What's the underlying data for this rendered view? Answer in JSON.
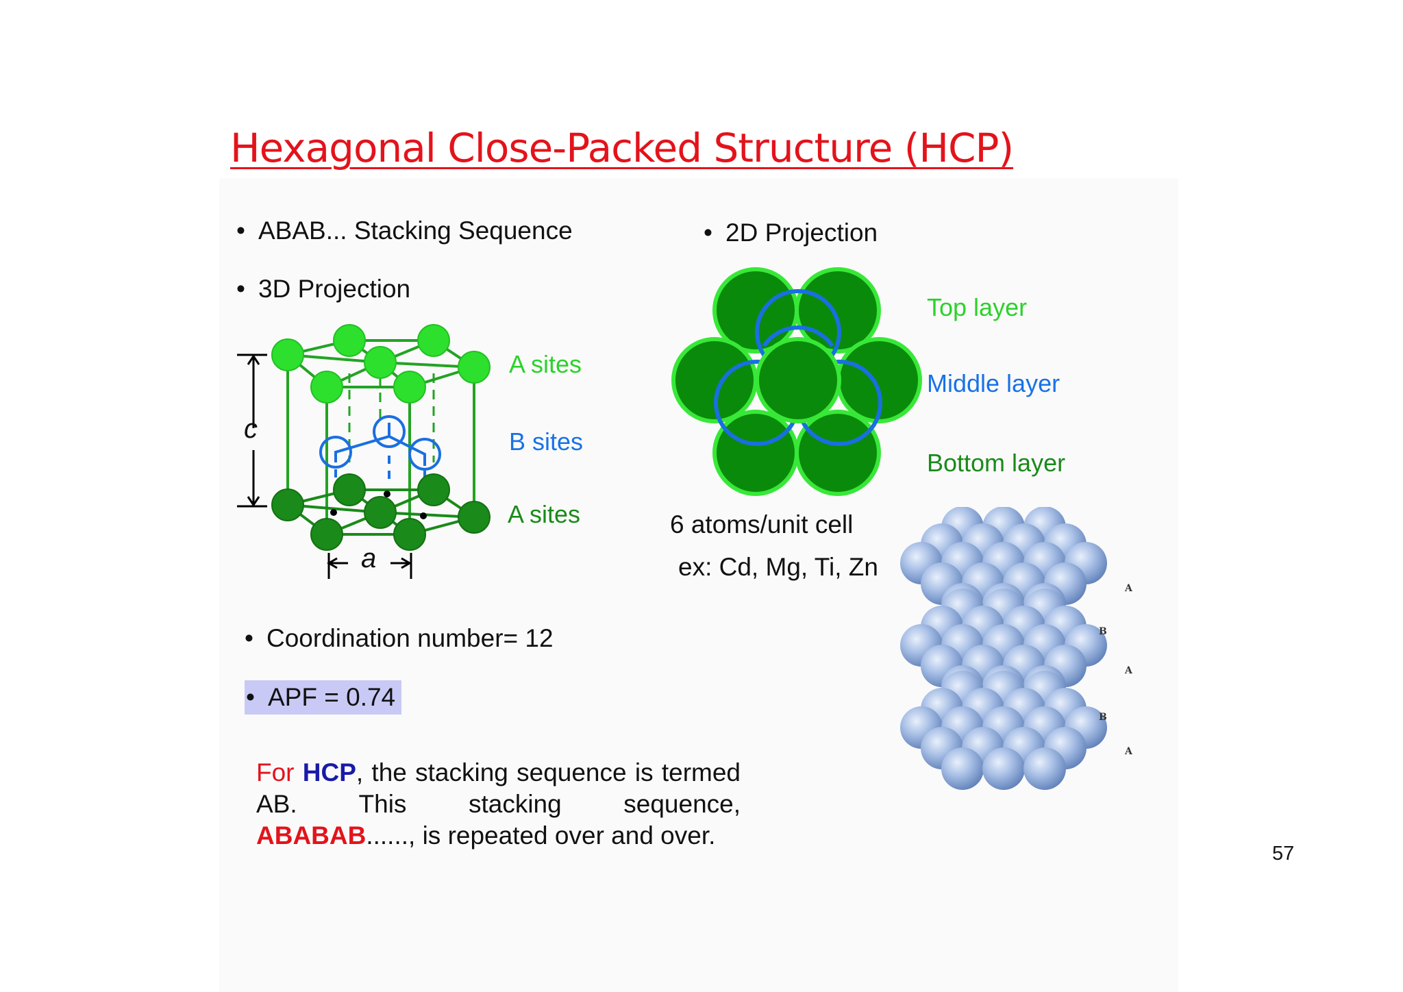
{
  "slide": {
    "title": "Hexagonal Close-Packed Structure (HCP)",
    "page_number": "57"
  },
  "bullets": {
    "stacking": "ABAB... Stacking Sequence",
    "projection_3d": "3D Projection",
    "projection_2d": "2D Projection",
    "coordination": "Coordination  number= 12",
    "apf": "APF = 0.74",
    "bullet_char": "•"
  },
  "fig_3d": {
    "a_sites_top": "A sites",
    "b_sites": "B  sites",
    "a_sites_bottom": "A sites",
    "axis_c": "c",
    "axis_a": "a"
  },
  "fig_2d": {
    "top_layer": "Top    layer",
    "middle_layer": "Middle layer",
    "bottom_layer": "Bottom layer",
    "atoms_per_cell": "6 atoms/unit cell",
    "examples": "ex: Cd, Mg, Ti, Zn"
  },
  "stack_image": {
    "labels": [
      "A",
      "B",
      "A",
      "B",
      "A"
    ]
  },
  "paragraph": {
    "p1": "For",
    "p2": "HCP",
    "p3": ", the stacking sequence is termed AB. This stacking sequence,",
    "p4": "ABABAB",
    "p5": "......, is repeated over and over."
  },
  "colors": {
    "title": "#e3131b",
    "bright_green": "#2bd22b",
    "dark_green": "#1a8a1a",
    "blue": "#1872e6",
    "apf_highlight": "#c9c9f6",
    "hcp_navy": "#1a1aa8"
  }
}
